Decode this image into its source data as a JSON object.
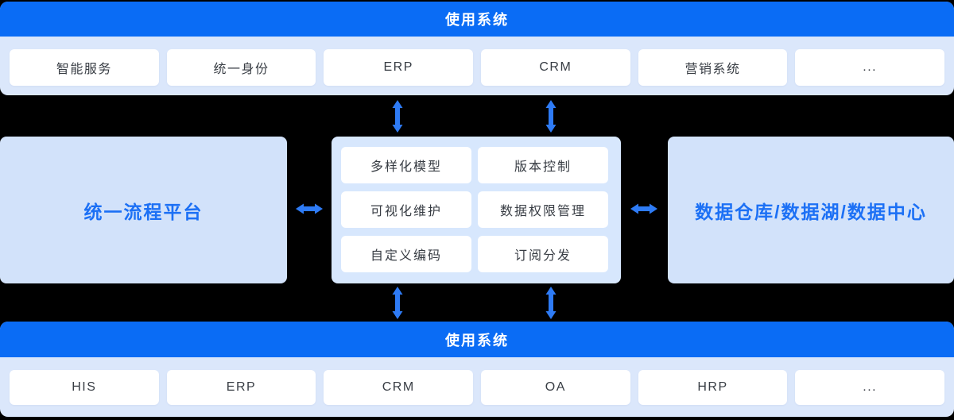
{
  "colors": {
    "banner_blue": "#0a6cf5",
    "panel_light": "#dbe7fb",
    "box_light": "#d2e2fa",
    "hub_light": "#d7e7fd",
    "arrow_blue": "#2e7bf5",
    "blue_text": "#1c70f5",
    "dark_text": "#383d44"
  },
  "top_panel": {
    "banner": "使用系统",
    "systems": [
      "智能服务",
      "统一身份",
      "ERP",
      "CRM",
      "营销系统",
      "..."
    ]
  },
  "middle": {
    "left_platform": "统一流程平台",
    "center_features": [
      "多样化模型",
      "版本控制",
      "可视化维护",
      "数据权限管理",
      "自定义编码",
      "订阅分发"
    ],
    "right_platform": "数据仓库/数据湖/数据中心"
  },
  "bottom_panel": {
    "banner": "使用系统",
    "systems": [
      "HIS",
      "ERP",
      "CRM",
      "OA",
      "HRP",
      "..."
    ]
  }
}
